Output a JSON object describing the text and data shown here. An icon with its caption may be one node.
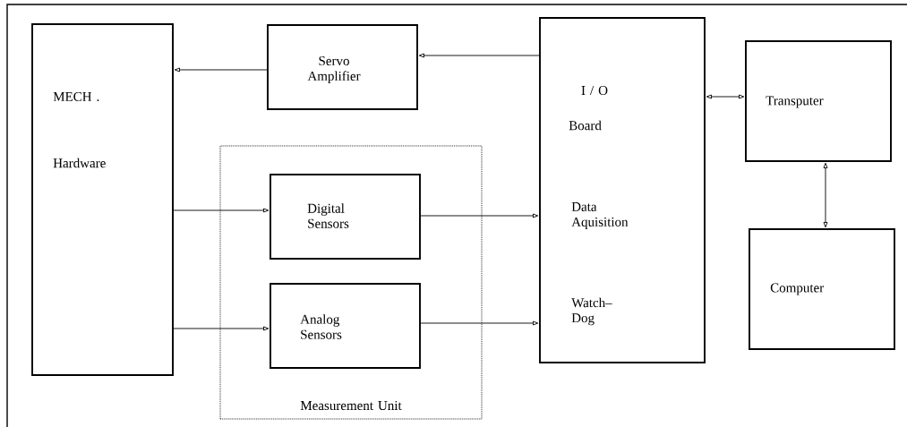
{
  "diagram": {
    "nodes": [
      {
        "text": [
          "MECH .",
          "Hardware"
        ]
      },
      {
        "text": [
          "Servo Amplifier"
        ]
      },
      {
        "text": [
          "Measurement Unit"
        ]
      },
      {
        "text": [
          "Digital Sensors"
        ],
        "in": 2
      },
      {
        "text": [
          "Analog Sensors"
        ],
        "in": 2
      },
      {
        "text": [
          "I / O",
          "Board",
          "Data Aquisition",
          "Watch– Dog"
        ]
      },
      {
        "text": [
          "Transputer"
        ]
      },
      {
        "text": [
          "Computer"
        ]
      }
    ],
    "edges": [
      {
        "from": 5,
        "to": 1,
        "arrow": "to"
      },
      {
        "from": 1,
        "to": 0,
        "arrow": "to"
      },
      {
        "from": 0,
        "to": 3,
        "arrow": "to"
      },
      {
        "from": 3,
        "to": 5,
        "arrow": "to"
      },
      {
        "from": 0,
        "to": 4,
        "arrow": "to"
      },
      {
        "from": 4,
        "to": 5,
        "arrow": "to"
      },
      {
        "from": 5,
        "to": 6,
        "arrow": "both"
      },
      {
        "from": 6,
        "to": 7,
        "arrow": "both"
      }
    ]
  }
}
